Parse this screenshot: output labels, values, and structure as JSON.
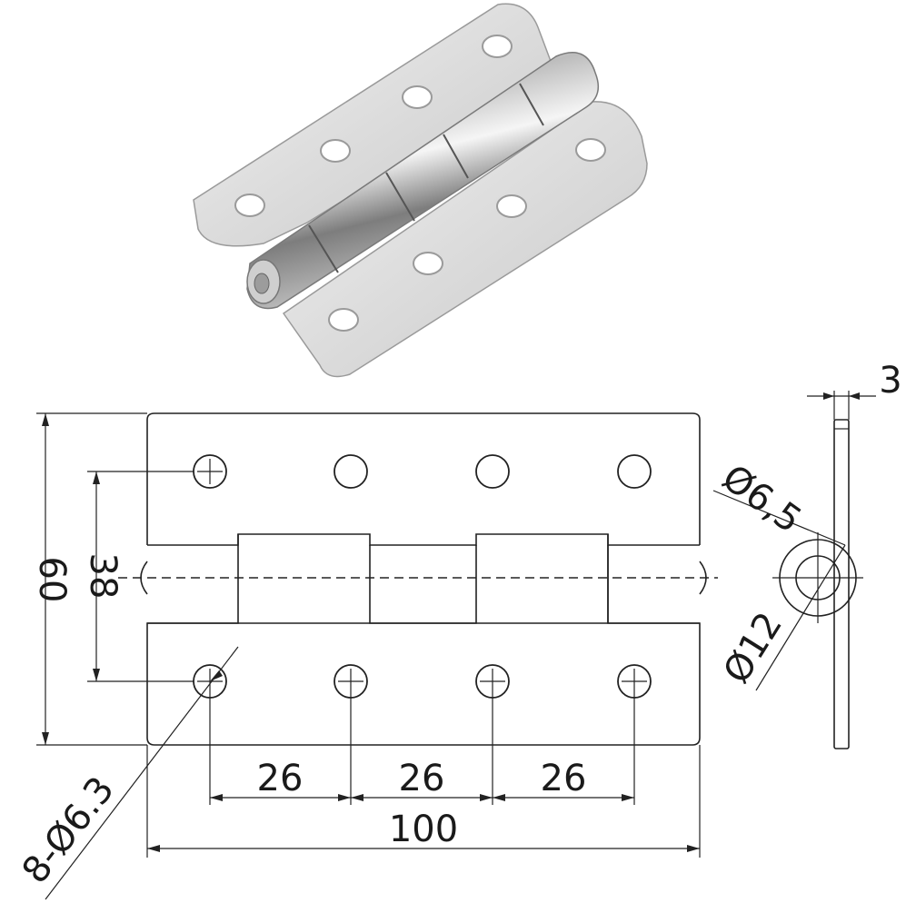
{
  "product": {
    "name": "stainless steel door hinge",
    "material_colors": {
      "plate": "#e6e6e6",
      "edge": "#b9b9b9",
      "hole": "#ffffff",
      "barrel_dark": "#8a8a8a"
    }
  },
  "drawing": {
    "line_color": "#222222",
    "dimensions": {
      "overall_width": "100",
      "overall_height": "60",
      "hole_row_spacing": "38",
      "hole_pitch_1": "26",
      "hole_pitch_2": "26",
      "hole_pitch_3": "26",
      "hole_callout": "8-Ø6.3",
      "thickness": "3",
      "pin_diameter": "Ø6,5",
      "knuckle_diameter": "Ø12"
    }
  }
}
